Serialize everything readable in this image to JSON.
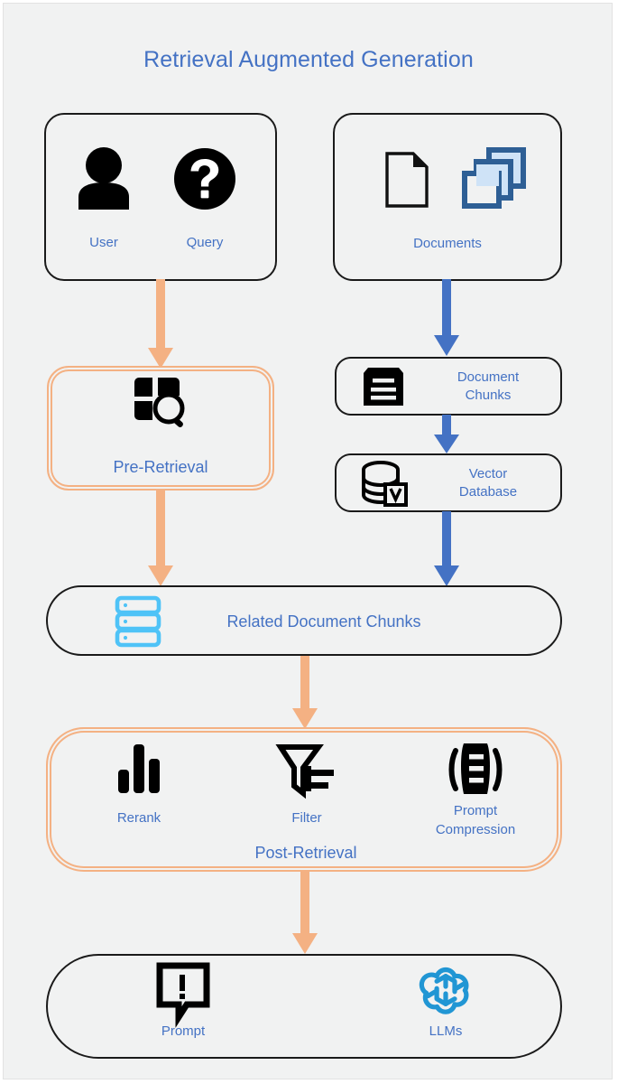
{
  "diagram": {
    "title": "Retrieval Augmented Generation",
    "colors": {
      "background": "#f1f2f2",
      "label_blue": "#4472c4",
      "arrow_orange": "#f4b183",
      "arrow_blue": "#4472c4",
      "stroke_black": "#1a1a1a",
      "cyan_icon": "#4fc3f7",
      "openai_blue": "#2196d4",
      "doc_blue": "#2e5f95"
    },
    "nodes": {
      "user_query": {
        "items": [
          {
            "label": "User",
            "icon": "person-icon"
          },
          {
            "label": "Query",
            "icon": "question-mark-circle-icon"
          }
        ]
      },
      "documents": {
        "label": "Documents",
        "icons": [
          "document-page-icon",
          "stacked-documents-icon"
        ]
      },
      "pre_retrieval": {
        "label": "Pre-Retrieval",
        "icon": "grid-search-icon"
      },
      "document_chunks": {
        "label": "Document\nChunks",
        "line1": "Document",
        "line2": "Chunks",
        "icon": "chunked-document-icon"
      },
      "vector_database": {
        "label": "Vector\nDatabase",
        "line1": "Vector",
        "line2": "Database",
        "icon": "vector-database-icon"
      },
      "related_chunks": {
        "label": "Related Document Chunks",
        "icon": "server-stack-icon"
      },
      "post_retrieval": {
        "label": "Post-Retrieval",
        "items": [
          {
            "label": "Rerank",
            "icon": "bar-chart-icon"
          },
          {
            "label": "Filter",
            "icon": "funnel-filter-icon"
          },
          {
            "label_line1": "Prompt",
            "label_line2": "Compression",
            "icon": "compression-icon"
          }
        ]
      },
      "output": {
        "items": [
          {
            "label": "Prompt",
            "icon": "speech-bubble-alert-icon"
          },
          {
            "label": "LLMs",
            "icon": "openai-logo-icon"
          }
        ]
      }
    },
    "arrows": [
      {
        "name": "user-query-to-pre-retrieval",
        "color": "#f4b183"
      },
      {
        "name": "documents-to-document-chunks",
        "color": "#4472c4"
      },
      {
        "name": "document-chunks-to-vector-database",
        "color": "#4472c4"
      },
      {
        "name": "pre-retrieval-to-related-chunks",
        "color": "#f4b183"
      },
      {
        "name": "vector-database-to-related-chunks",
        "color": "#4472c4"
      },
      {
        "name": "related-chunks-to-post-retrieval",
        "color": "#f4b183"
      },
      {
        "name": "post-retrieval-to-output",
        "color": "#f4b183"
      }
    ]
  }
}
